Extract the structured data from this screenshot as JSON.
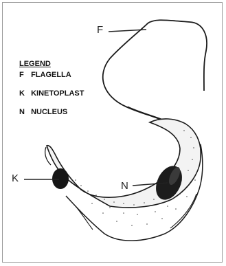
{
  "legend": {
    "title": "LEGEND",
    "items": [
      {
        "key": "F",
        "text": "FLAGELLA"
      },
      {
        "key": "K",
        "text": "KINETOPLAST"
      },
      {
        "key": "N",
        "text": "NUCLEUS"
      }
    ]
  },
  "labels": {
    "flagella": "F",
    "kinetoplast": "K",
    "nucleus": "N"
  },
  "colors": {
    "outline": "#1a1a1a",
    "organelle": "#161616",
    "border": "#9a9a9a"
  }
}
